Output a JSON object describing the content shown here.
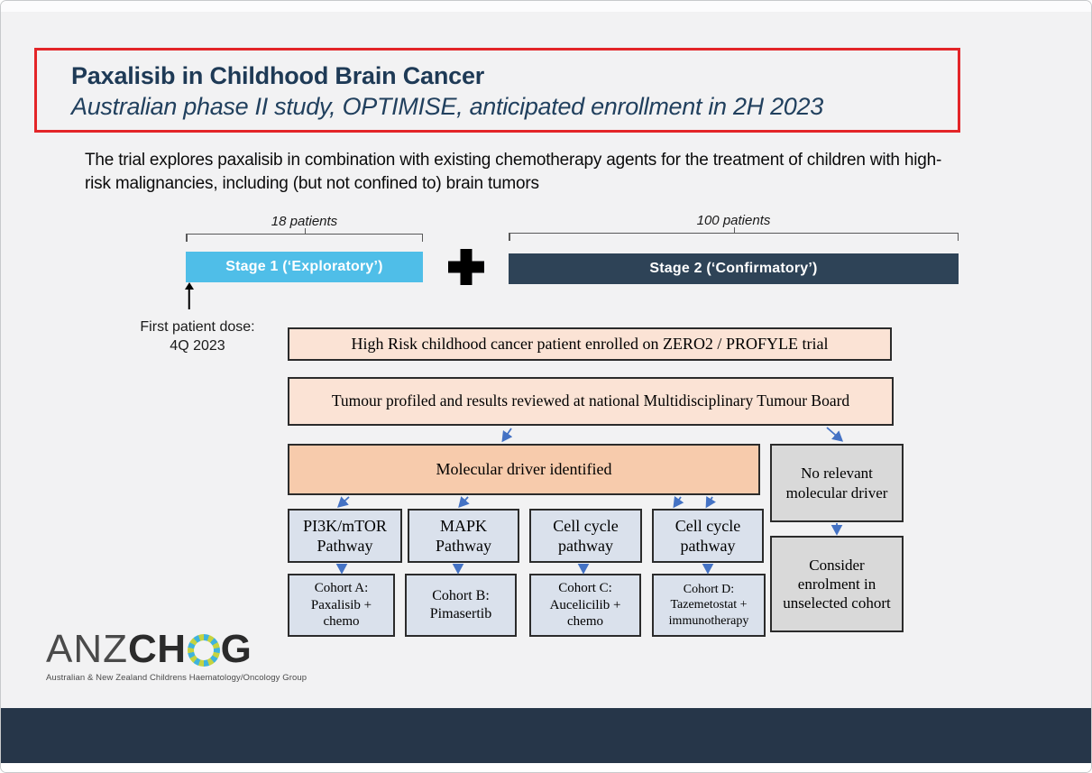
{
  "header": {
    "title": "Paxalisib in Childhood Brain Cancer",
    "subtitle": "Australian phase II study, OPTIMISE, anticipated enrollment in 2H 2023"
  },
  "description": "The trial explores paxalisib in combination with existing chemotherapy agents for the treatment of children with high-risk malignancies, including (but not confined to) brain tumors",
  "stages": {
    "stage1": {
      "label": "Stage 1 (‘Exploratory’)",
      "patients": "18 patients"
    },
    "stage2": {
      "label": "Stage 2 (‘Confirmatory’)",
      "patients": "100 patients"
    },
    "first_dose_line1": "First patient dose:",
    "first_dose_line2": "4Q 2023"
  },
  "flowchart": {
    "enrollment": "High Risk childhood cancer patient enrolled on ZERO2 / PROFYLE trial",
    "profiling": "Tumour profiled and results reviewed at national Multidisciplinary Tumour Board",
    "driver_identified": "Molecular driver identified",
    "no_driver": "No relevant molecular driver",
    "consider": "Consider enrolment in unselected cohort",
    "pathways": [
      "PI3K/mTOR Pathway",
      "MAPK Pathway",
      "Cell cycle pathway",
      "Cell cycle pathway"
    ],
    "cohorts": [
      {
        "name": "Cohort A:",
        "treatment": "Paxalisib + chemo"
      },
      {
        "name": "Cohort B:",
        "treatment": "Pimasertib"
      },
      {
        "name": "Cohort C:",
        "treatment": "Aucelicilib + chemo"
      },
      {
        "name": "Cohort D:",
        "treatment": "Tazemetostat + immunotherapy"
      }
    ]
  },
  "logo": {
    "part1": "ANZ",
    "part2": "CH",
    "part3": "G",
    "tagline": "Australian & New Zealand Childrens Haematology/Oncology Group"
  },
  "colors": {
    "accent_red": "#E32528",
    "stage1_blue": "#4FBEE8",
    "stage2_navy": "#2E4357",
    "footer_navy": "#263649",
    "peach": "#FBE3D5",
    "driver_orange": "#F7CBAC",
    "pathway_bluegray": "#DAE1EC",
    "neutral_gray": "#D9D9D9",
    "arrow_blue": "#4472C4"
  }
}
